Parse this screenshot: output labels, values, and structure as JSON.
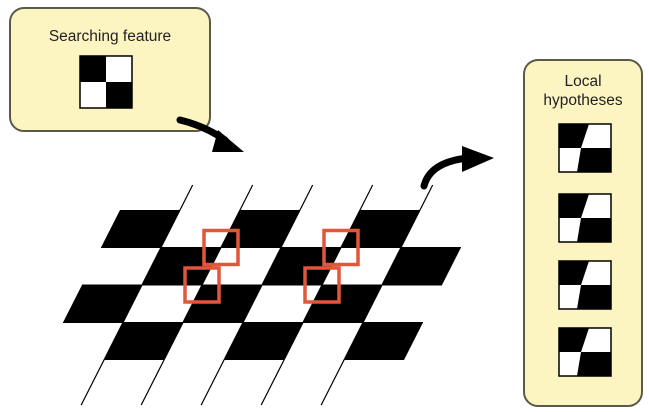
{
  "searching_feature_panel": {
    "title": "Searching feature"
  },
  "local_hypotheses_panel": {
    "title_line1": "Local",
    "title_line2": "hypotheses",
    "hypothesis_count": 4
  },
  "checkerboard": {
    "rows": 4,
    "columns": 6,
    "highlighted_corner_count": 4
  },
  "colors": {
    "panel_fill": "#FCF5C2",
    "panel_border": "#5a5a4a",
    "board_dark": "#000000",
    "board_light": "#ffffff",
    "highlight_box": "#E0573A",
    "arrow": "#000000",
    "grid_line": "#000000"
  },
  "icons": {
    "feature_pattern": "checker-2x2-icon",
    "hypothesis_pattern": "slanted-checker-icon",
    "arrows": "curved-arrow-icon"
  }
}
